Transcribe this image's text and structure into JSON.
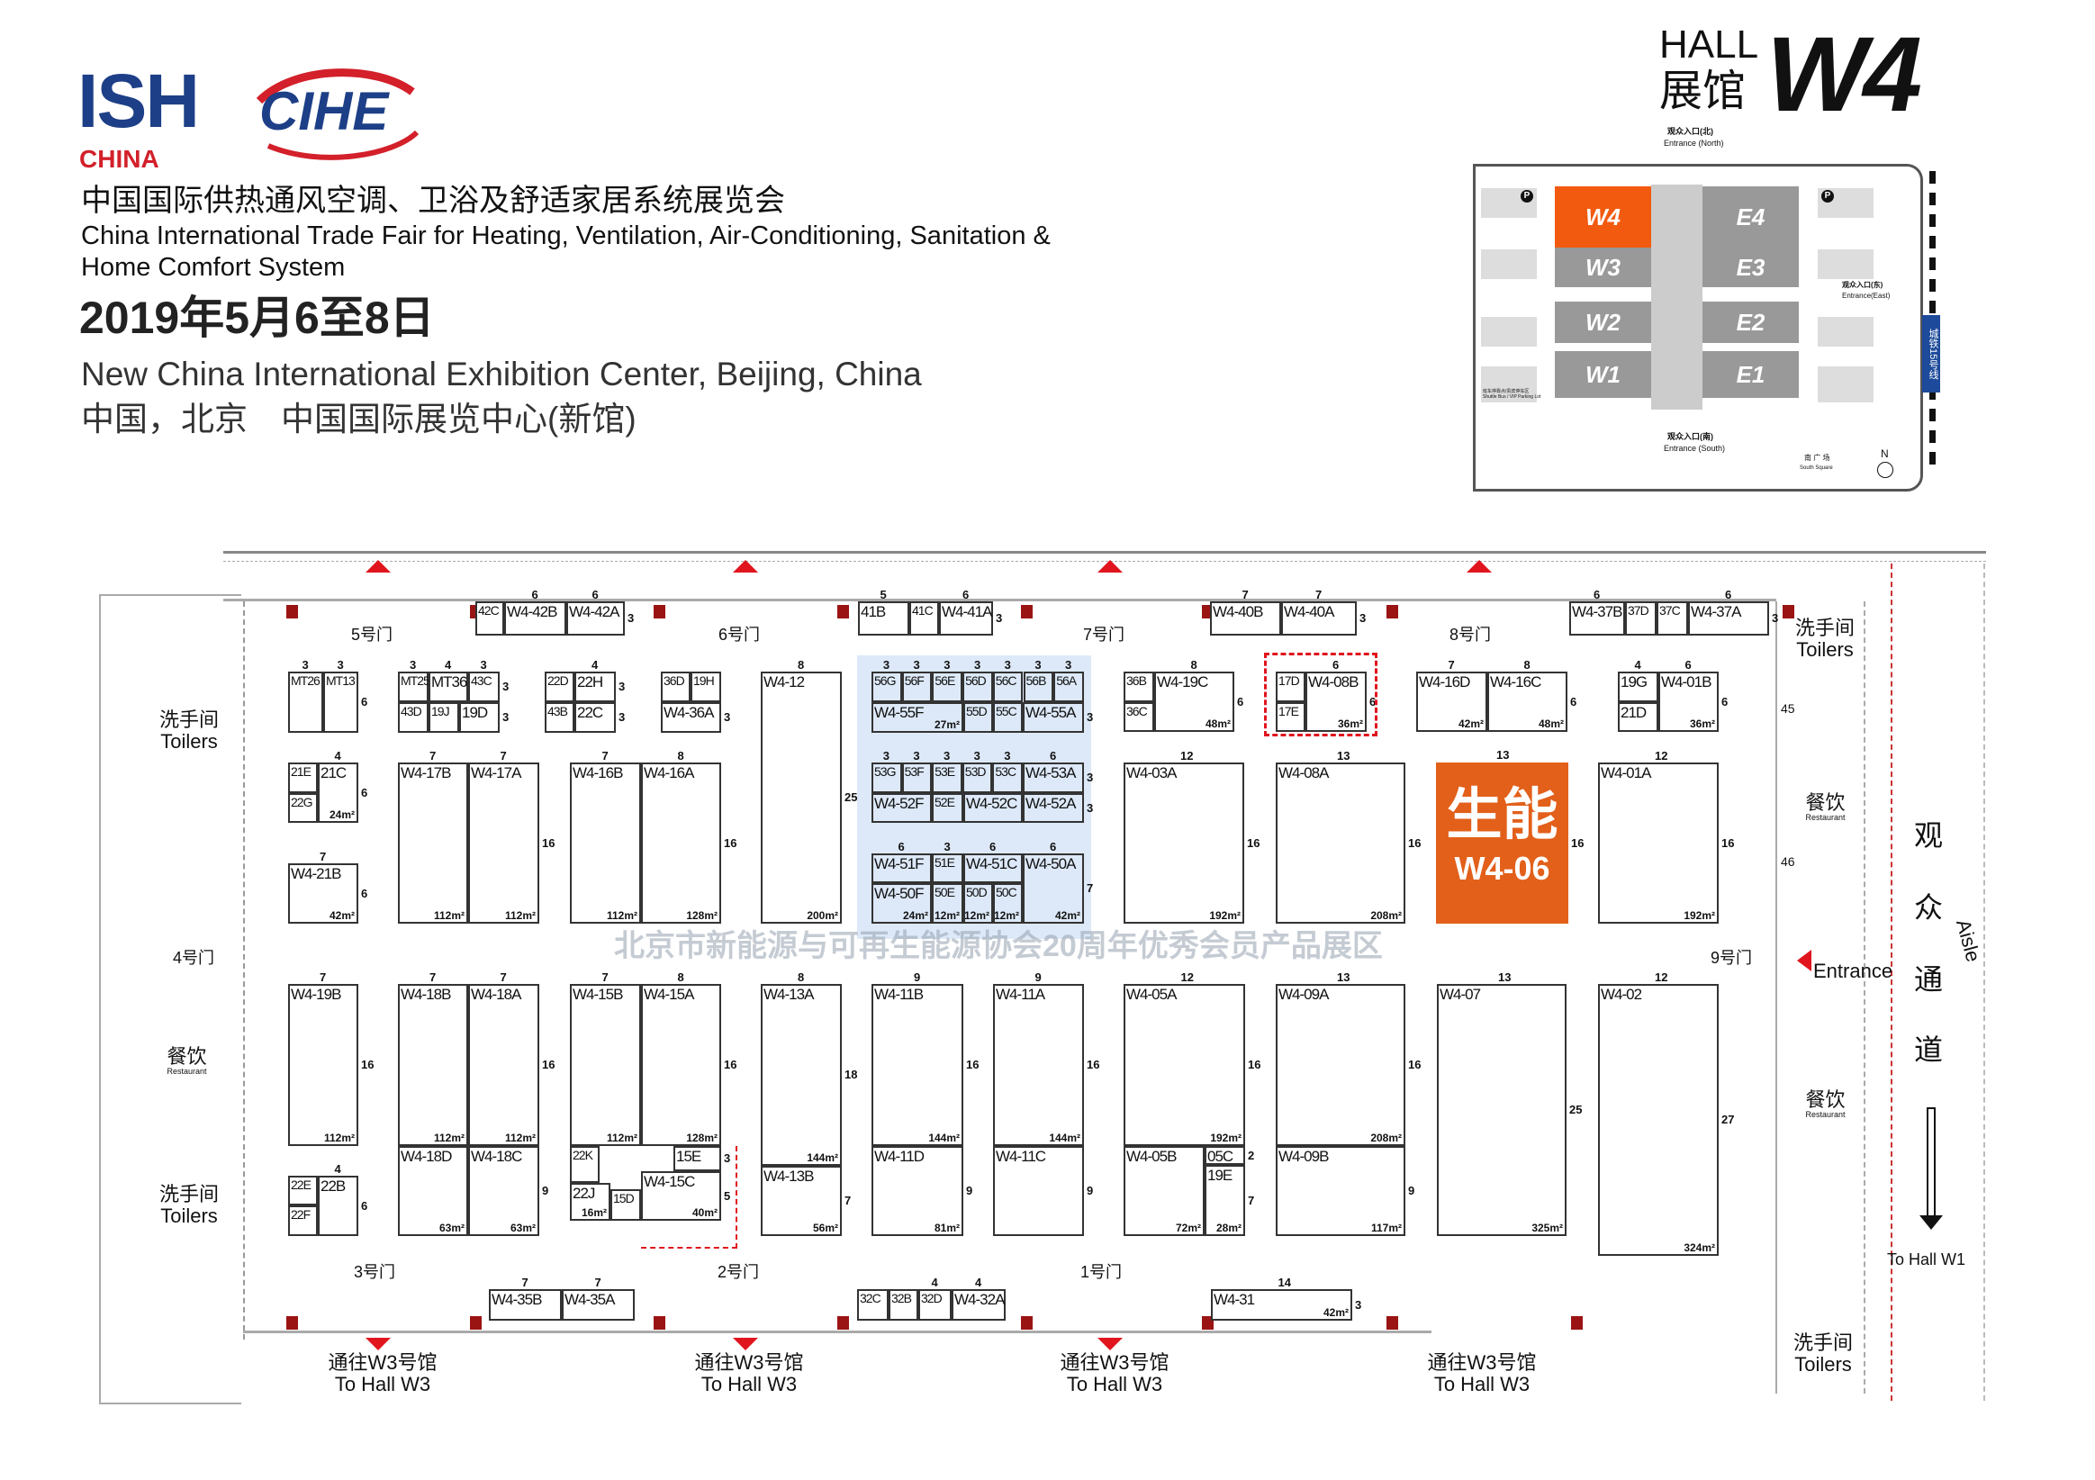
{
  "header": {
    "logo_ish": "ISH",
    "logo_ish_sub": "CHINA",
    "logo_cihe": "CIHE",
    "title_cn": "中国国际供热通风空调、卫浴及舒适家居系统展览会",
    "title_en_1": "China International Trade Fair for Heating, Ventilation, Air-Conditioning, Sanitation &",
    "title_en_2": "Home Comfort System",
    "date": "2019年5月6至8日",
    "venue_en": "New China International Exhibition Center, Beijing, China",
    "venue_cn": "中国，北京　中国国际展览中心(新馆)",
    "hall_word": "HALL",
    "hall_cn": "展馆",
    "hall_id": "W4"
  },
  "minimap": {
    "halls": [
      "W4",
      "W3",
      "W2",
      "W1",
      "E4",
      "E3",
      "E2",
      "E1"
    ],
    "entrance_north_cn": "观众入口(北)",
    "entrance_north_en": "Entrance (North)",
    "entrance_south_cn": "观众入口(南)",
    "entrance_south_en": "Entrance (South)",
    "entrance_east_cn": "观众入口(东)",
    "entrance_east_en": "Entrance(East)",
    "south_square_cn": "南 广 场",
    "south_square_en": "South Square",
    "shuttle_cn": "班车停靠点/贵宾停车区",
    "shuttle_en": "Shuttle Bus / VIP Parking Lot",
    "metro": "城铁15号线",
    "north": "N",
    "parking": "P",
    "highlight_color": "#f15a0f"
  },
  "doors": {
    "d1": "1号门",
    "d2": "2号门",
    "d3": "3号门",
    "d4": "4号门",
    "d5": "5号门",
    "d6": "6号门",
    "d7": "7号门",
    "d8": "8号门",
    "d9": "9号门"
  },
  "services": {
    "toilet_cn": "洗手间",
    "toilet_en": "Toilers",
    "restaurant_cn": "餐饮",
    "restaurant_en": "Restaurant",
    "entrance": "Entrance",
    "aisle_cn": [
      "观",
      "众",
      "通",
      "道"
    ],
    "aisle_en": "Aisle",
    "to_w1": "To Hall W1",
    "to_w3_cn": "通往W3号馆",
    "to_w3_en": "To Hall W3",
    "small_45": "45",
    "small_46": "46"
  },
  "zone": {
    "text_1": "北京市新能源与",
    "text_2": "可再生能源协会",
    "text_3": "20周年优秀会员",
    "text_4": "产品展区",
    "color": "#dde9f8"
  },
  "featured": {
    "id": "W4-06",
    "brand": "生能",
    "color": "#e2601a",
    "w": "13",
    "d": "16"
  },
  "booths": [
    {
      "id": "42C"
    },
    {
      "id": "W4-42B",
      "w": "6"
    },
    {
      "id": "W4-42A",
      "w": "6",
      "d": "3"
    },
    {
      "id": "41B",
      "w": "5"
    },
    {
      "id": "41C"
    },
    {
      "id": "W4-41A",
      "w": "6",
      "d": "3"
    },
    {
      "id": "W4-40B",
      "w": "7"
    },
    {
      "id": "W4-40A",
      "w": "7",
      "d": "3"
    },
    {
      "id": "W4-37B",
      "w": "6"
    },
    {
      "id": "37D"
    },
    {
      "id": "37C"
    },
    {
      "id": "W4-37A",
      "w": "6",
      "d": "3"
    },
    {
      "id": "MT26",
      "w": "3"
    },
    {
      "id": "MT13",
      "w": "3",
      "d": "6"
    },
    {
      "id": "MT25",
      "w": "3"
    },
    {
      "id": "MT36",
      "w": "4"
    },
    {
      "id": "43C",
      "w": "3",
      "d": "3"
    },
    {
      "id": "43D"
    },
    {
      "id": "19J"
    },
    {
      "id": "19D",
      "d": "3"
    },
    {
      "id": "22D"
    },
    {
      "id": "22H",
      "w": "4",
      "d": "3"
    },
    {
      "id": "43B"
    },
    {
      "id": "22C",
      "d": "3"
    },
    {
      "id": "36D"
    },
    {
      "id": "19H"
    },
    {
      "id": "W4-36A",
      "d": "3"
    },
    {
      "id": "W4-12",
      "w": "8",
      "d": "25",
      "area": "200m²"
    },
    {
      "id": "56G",
      "w": "3"
    },
    {
      "id": "56F",
      "w": "3"
    },
    {
      "id": "56E",
      "w": "3"
    },
    {
      "id": "56D",
      "w": "3"
    },
    {
      "id": "56C",
      "w": "3"
    },
    {
      "id": "56B",
      "w": "3"
    },
    {
      "id": "56A",
      "w": "3"
    },
    {
      "id": "W4-55F",
      "area": "27m²"
    },
    {
      "id": "55D"
    },
    {
      "id": "55C"
    },
    {
      "id": "W4-55A",
      "d": "3"
    },
    {
      "id": "53G",
      "w": "3"
    },
    {
      "id": "53F",
      "w": "3"
    },
    {
      "id": "53E",
      "w": "3"
    },
    {
      "id": "53D",
      "w": "3"
    },
    {
      "id": "53C",
      "w": "3"
    },
    {
      "id": "W4-53A",
      "w": "6",
      "d": "3"
    },
    {
      "id": "W4-52F"
    },
    {
      "id": "52E"
    },
    {
      "id": "W4-52C"
    },
    {
      "id": "W4-52A",
      "d": "3"
    },
    {
      "id": "W4-51F",
      "w": "6"
    },
    {
      "id": "51E",
      "w": "3"
    },
    {
      "id": "W4-51C",
      "w": "6"
    },
    {
      "id": "W4-50A",
      "w": "6",
      "d": "7",
      "area": "42m²"
    },
    {
      "id": "W4-50F",
      "area": "24m²"
    },
    {
      "id": "50E",
      "area": "12m²"
    },
    {
      "id": "50D",
      "area": "12m²"
    },
    {
      "id": "50C",
      "area": "12m²"
    },
    {
      "id": "21E"
    },
    {
      "id": "22G"
    },
    {
      "id": "21C",
      "w": "4",
      "d": "6",
      "area": "24m²"
    },
    {
      "id": "W4-21B",
      "w": "7",
      "d": "6",
      "area": "42m²"
    },
    {
      "id": "W4-17B",
      "w": "7",
      "area": "112m²"
    },
    {
      "id": "W4-17A",
      "w": "7",
      "d": "16",
      "area": "112m²"
    },
    {
      "id": "W4-16B",
      "w": "7",
      "area": "112m²"
    },
    {
      "id": "W4-16A",
      "w": "8",
      "d": "16",
      "area": "128m²"
    },
    {
      "id": "36B"
    },
    {
      "id": "36C"
    },
    {
      "id": "W4-19C",
      "w": "8",
      "d": "6",
      "area": "48m²"
    },
    {
      "id": "17D"
    },
    {
      "id": "17E"
    },
    {
      "id": "W4-08B",
      "w": "6",
      "d": "6",
      "area": "36m²"
    },
    {
      "id": "W4-16D",
      "w": "7",
      "area": "42m²"
    },
    {
      "id": "W4-16C",
      "w": "8",
      "d": "6",
      "area": "48m²"
    },
    {
      "id": "19G",
      "w": "4"
    },
    {
      "id": "21D"
    },
    {
      "id": "W4-01B",
      "w": "6",
      "d": "6",
      "area": "36m²"
    },
    {
      "id": "W4-03A",
      "w": "12",
      "d": "16",
      "area": "192m²"
    },
    {
      "id": "W4-08A",
      "w": "13",
      "d": "16",
      "area": "208m²"
    },
    {
      "id": "W4-01A",
      "w": "12",
      "d": "16",
      "area": "192m²"
    },
    {
      "id": "W4-19B",
      "w": "7",
      "d": "16",
      "area": "112m²"
    },
    {
      "id": "22E"
    },
    {
      "id": "22F"
    },
    {
      "id": "22B",
      "w": "4",
      "d": "6"
    },
    {
      "id": "W4-18B",
      "w": "7",
      "area": "112m²"
    },
    {
      "id": "W4-18A",
      "w": "7",
      "d": "16",
      "area": "112m²"
    },
    {
      "id": "W4-18D",
      "area": "63m²"
    },
    {
      "id": "W4-18C",
      "d": "9",
      "area": "63m²"
    },
    {
      "id": "W4-15B",
      "w": "7",
      "area": "112m²"
    },
    {
      "id": "W4-15A",
      "w": "8",
      "d": "16",
      "area": "128m²"
    },
    {
      "id": "22K"
    },
    {
      "id": "22J",
      "area": "16m²"
    },
    {
      "id": "15D"
    },
    {
      "id": "15E",
      "d": "3"
    },
    {
      "id": "W4-15C",
      "d": "5",
      "area": "40m²"
    },
    {
      "id": "W4-13A",
      "w": "8",
      "d": "18",
      "area": "144m²"
    },
    {
      "id": "W4-13B",
      "d": "7",
      "area": "56m²"
    },
    {
      "id": "W4-11B",
      "w": "9",
      "d": "16",
      "area": "144m²"
    },
    {
      "id": "W4-11D",
      "d": "9",
      "area": "81m²"
    },
    {
      "id": "W4-11A",
      "w": "9",
      "d": "16",
      "area": "144m²"
    },
    {
      "id": "W4-11C",
      "d": "9"
    },
    {
      "id": "W4-05A",
      "w": "12",
      "d": "16",
      "area": "192m²"
    },
    {
      "id": "W4-05B",
      "area": "72m²"
    },
    {
      "id": "05C",
      "d": "2"
    },
    {
      "id": "19E",
      "d": "7",
      "area": "28m²"
    },
    {
      "id": "W4-09A",
      "w": "13",
      "d": "16",
      "area": "208m²"
    },
    {
      "id": "W4-09B",
      "d": "9",
      "area": "117m²"
    },
    {
      "id": "W4-07",
      "w": "13",
      "d": "25",
      "area": "325m²"
    },
    {
      "id": "W4-02",
      "w": "12",
      "d": "27",
      "area": "324m²"
    },
    {
      "id": "W4-35B",
      "w": "7"
    },
    {
      "id": "W4-35A",
      "w": "7"
    },
    {
      "id": "32C"
    },
    {
      "id": "32B"
    },
    {
      "id": "32D",
      "w": "4"
    },
    {
      "id": "W4-32A",
      "w": "4"
    },
    {
      "id": "W4-31",
      "w": "14",
      "d": "3",
      "area": "42m²"
    }
  ]
}
